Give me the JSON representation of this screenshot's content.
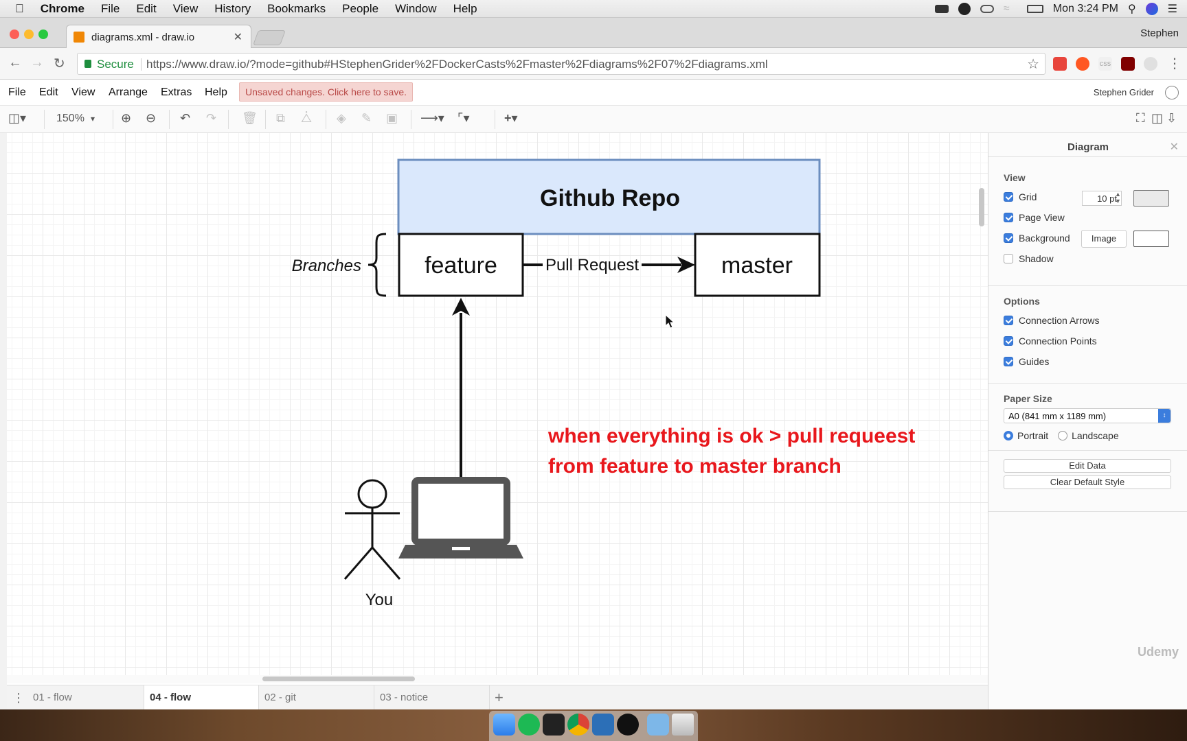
{
  "mac_menubar": {
    "items": [
      "Chrome",
      "File",
      "Edit",
      "View",
      "History",
      "Bookmarks",
      "People",
      "Window",
      "Help"
    ],
    "clock": "Mon 3:24 PM"
  },
  "browser": {
    "tab_title": "diagrams.xml - draw.io",
    "profile": "Stephen",
    "secure_label": "Secure",
    "url": "https://www.draw.io/?mode=github#HStephenGrider%2FDockerCasts%2Fmaster%2Fdiagrams%2F07%2Fdiagrams.xml"
  },
  "drawio_menu": {
    "items": [
      "File",
      "Edit",
      "View",
      "Arrange",
      "Extras",
      "Help"
    ],
    "unsaved": "Unsaved changes. Click here to save.",
    "user": "Stephen Grider"
  },
  "toolbar": {
    "zoom": "150%"
  },
  "diagram": {
    "repo_title": "Github Repo",
    "branches_label": "Branches",
    "feature_label": "feature",
    "master_label": "master",
    "pull_request_label": "Pull Request",
    "you_label": "You",
    "annotation_line1": "when everything is ok > pull requeest",
    "annotation_line2": "from feature to master branch"
  },
  "page_tabs": [
    "01 - flow",
    "04 - flow",
    "02 - git",
    "03 - notice"
  ],
  "active_page_tab": "04 - flow",
  "format_panel": {
    "title": "Diagram",
    "view_heading": "View",
    "grid_label": "Grid",
    "grid_size": "10 pt",
    "page_view_label": "Page View",
    "background_label": "Background",
    "image_button": "Image",
    "shadow_label": "Shadow",
    "options_heading": "Options",
    "connection_arrows_label": "Connection Arrows",
    "connection_points_label": "Connection Points",
    "guides_label": "Guides",
    "paper_size_heading": "Paper Size",
    "paper_size_value": "A0 (841 mm x 1189 mm)",
    "portrait_label": "Portrait",
    "landscape_label": "Landscape",
    "edit_data_button": "Edit Data",
    "clear_style_button": "Clear Default Style"
  },
  "watermark": "Udemy",
  "colors": {
    "repo_fill": "#dae8fc",
    "repo_stroke": "#6c8ebf",
    "annotation": "#e8171c",
    "accent": "#3b7ddd"
  }
}
